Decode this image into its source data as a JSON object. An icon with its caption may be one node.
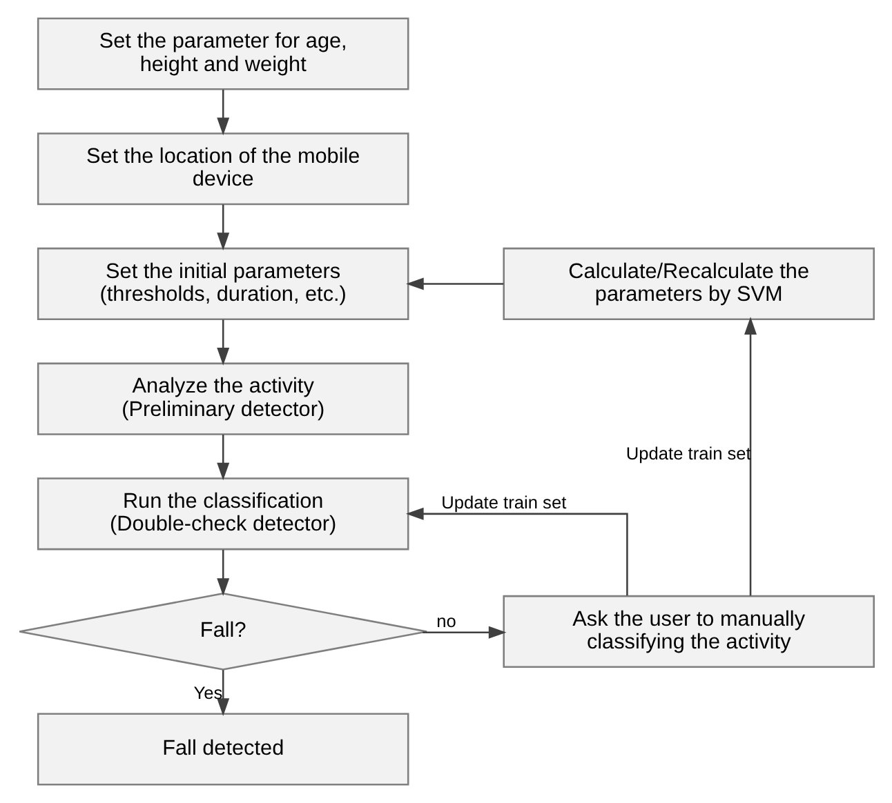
{
  "diagram": {
    "nodes": [
      {
        "text": [
          "Set the parameter for age, height and weight"
        ]
      },
      {
        "text": [
          "Set the location of the mobile device"
        ]
      },
      {
        "text": [
          "Set the initial parameters (thresholds, duration, etc.)"
        ]
      },
      {
        "text": [
          "Analyze the activity (Preliminary detector)"
        ]
      },
      {
        "text": [
          "Run the classification (Double-check detector)"
        ]
      },
      {
        "text": [
          "Fall?"
        ]
      },
      {
        "text": [
          "Fall detected"
        ]
      },
      {
        "text": [
          "Ask the user to manually classifying the activity"
        ]
      },
      {
        "text": [
          "Calculate/Recalculate the parameters by SVM"
        ]
      }
    ],
    "edges": [
      {
        "from": 0,
        "to": 1,
        "arrow": "to"
      },
      {
        "from": 1,
        "to": 2,
        "arrow": "to"
      },
      {
        "from": 2,
        "to": 3,
        "arrow": "to"
      },
      {
        "from": 3,
        "to": 4,
        "arrow": "to"
      },
      {
        "from": 4,
        "to": 5,
        "arrow": "to"
      },
      {
        "from": 5,
        "to": 6,
        "label": "Yes",
        "arrow": "to"
      },
      {
        "from": 5,
        "to": 7,
        "label": "no",
        "arrow": "to"
      },
      {
        "from": 7,
        "to": 4,
        "label": "Update train set",
        "arrow": "to"
      },
      {
        "from": 7,
        "to": 8,
        "label": "Update train set",
        "arrow": "to"
      },
      {
        "from": 8,
        "to": 2,
        "arrow": "to"
      }
    ]
  }
}
